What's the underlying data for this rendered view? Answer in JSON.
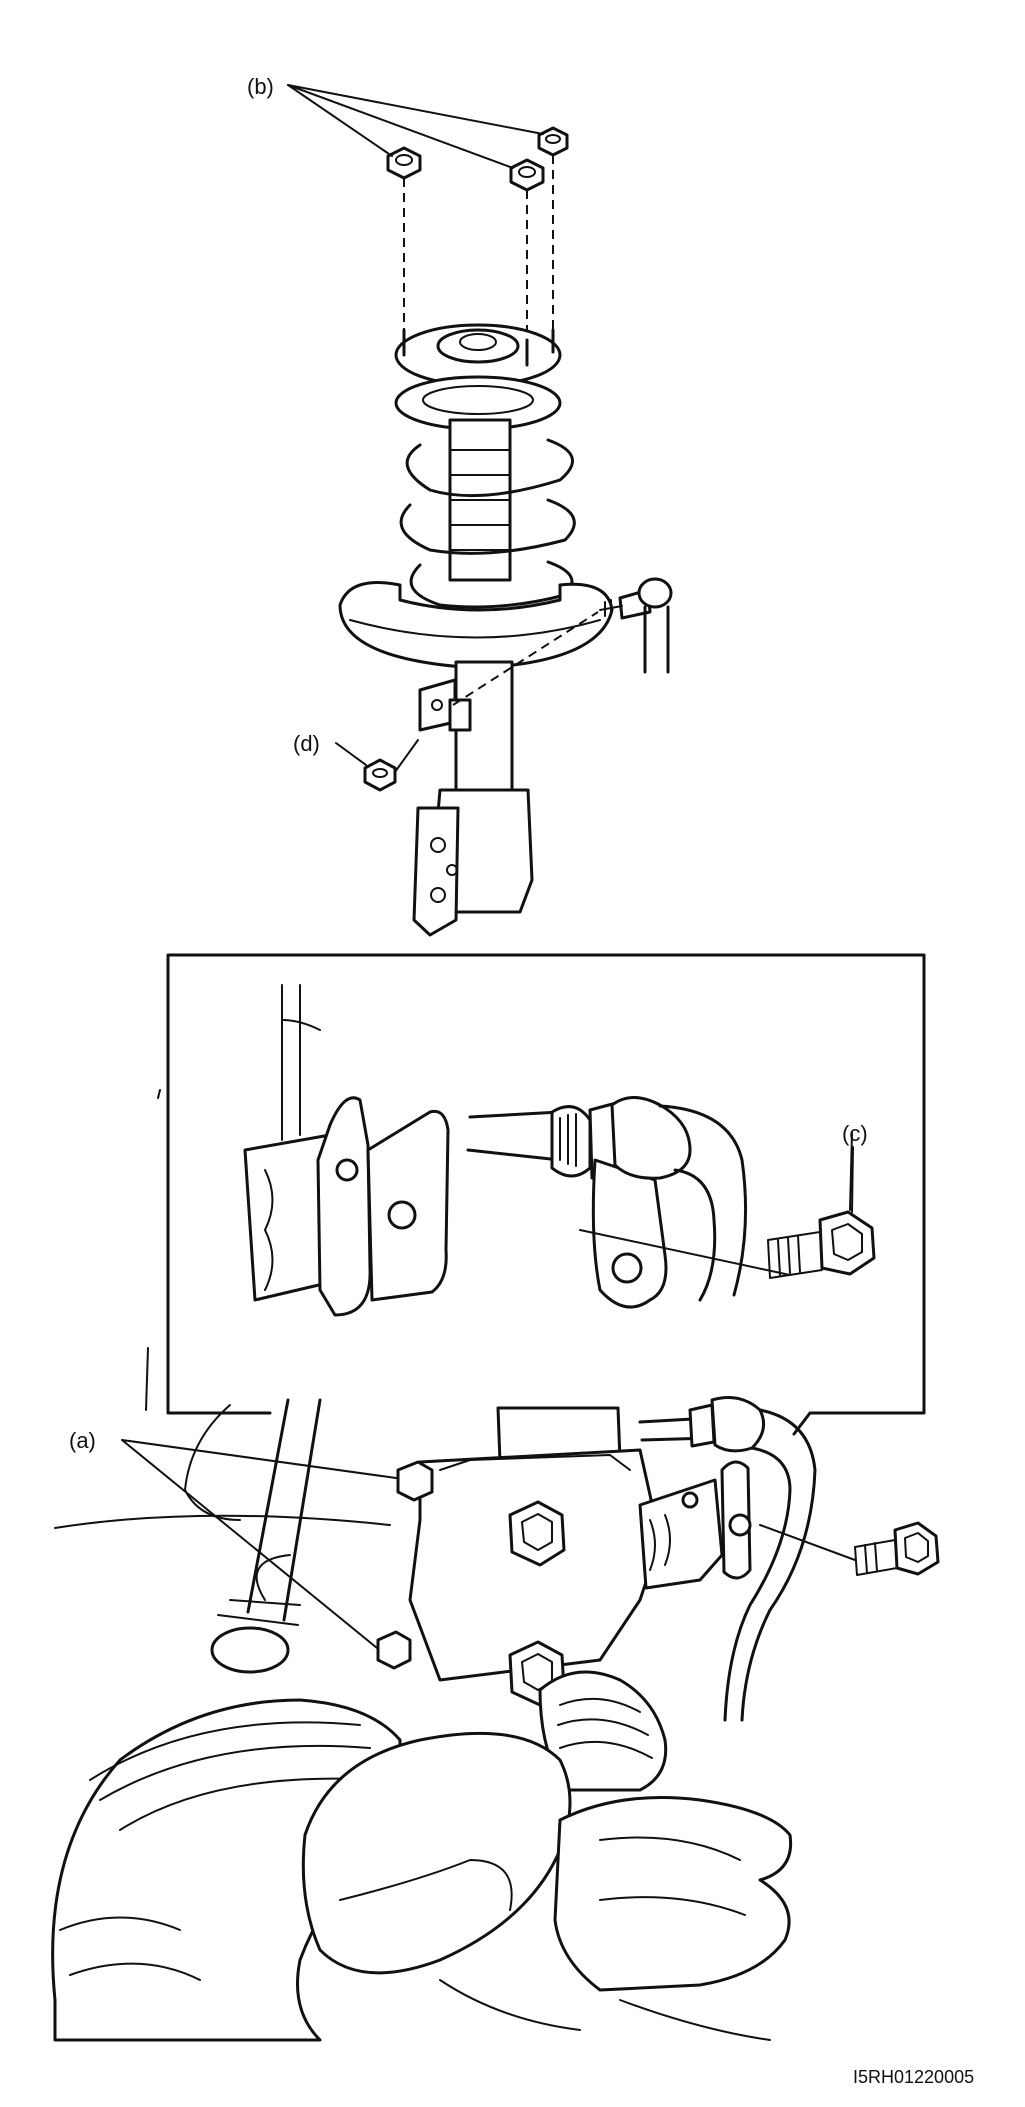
{
  "callouts": {
    "a": "(a)",
    "b": "(b)",
    "c": "(c)",
    "d": "(d)"
  },
  "figure_code": "I5RH01220005"
}
